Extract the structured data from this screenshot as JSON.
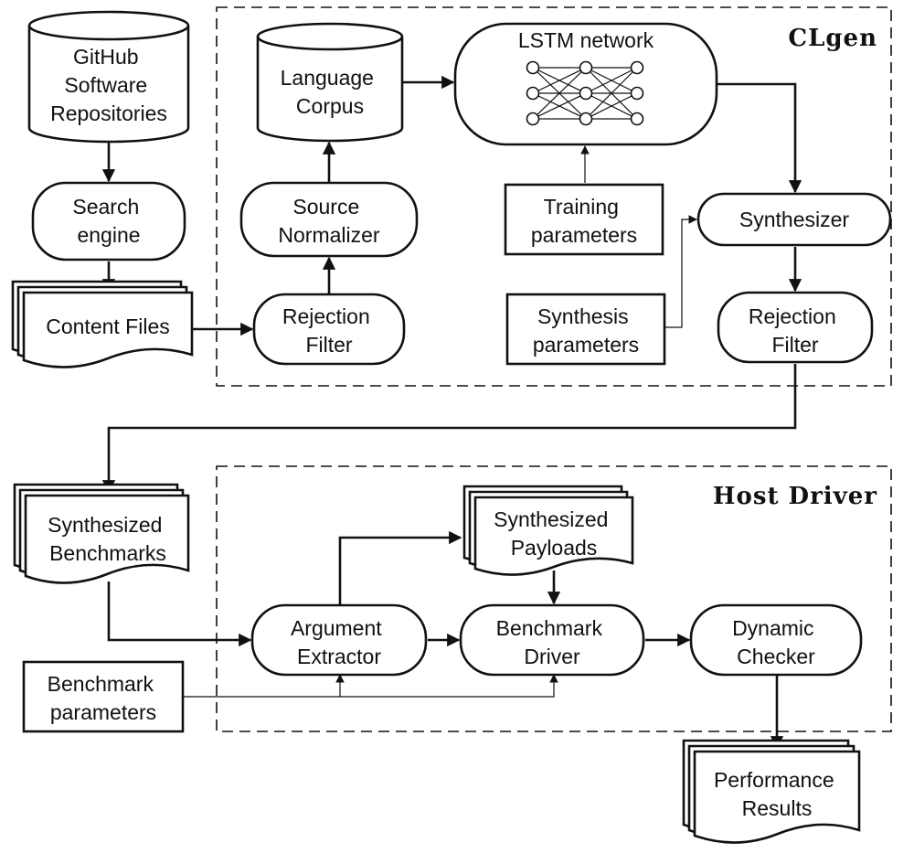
{
  "groups": {
    "clgen": "CLgen",
    "host_driver": "Host Driver"
  },
  "nodes": {
    "github": [
      "GitHub",
      "Software",
      "Repositories"
    ],
    "search_engine": [
      "Search",
      "engine"
    ],
    "content_files": [
      "Content Files"
    ],
    "rejection_filter_1": [
      "Rejection",
      "Filter"
    ],
    "source_normalizer": [
      "Source",
      "Normalizer"
    ],
    "language_corpus": [
      "Language",
      "Corpus"
    ],
    "lstm_network": [
      "LSTM network"
    ],
    "training_parameters": [
      "Training",
      "parameters"
    ],
    "synthesizer": [
      "Synthesizer"
    ],
    "synthesis_parameters": [
      "Synthesis",
      "parameters"
    ],
    "rejection_filter_2": [
      "Rejection",
      "Filter"
    ],
    "synthesized_benchmarks": [
      "Synthesized",
      "Benchmarks"
    ],
    "synthesized_payloads": [
      "Synthesized",
      "Payloads"
    ],
    "argument_extractor": [
      "Argument",
      "Extractor"
    ],
    "benchmark_driver": [
      "Benchmark",
      "Driver"
    ],
    "dynamic_checker": [
      "Dynamic",
      "Checker"
    ],
    "benchmark_parameters": [
      "Benchmark",
      "parameters"
    ],
    "performance_results": [
      "Performance",
      "Results"
    ]
  }
}
